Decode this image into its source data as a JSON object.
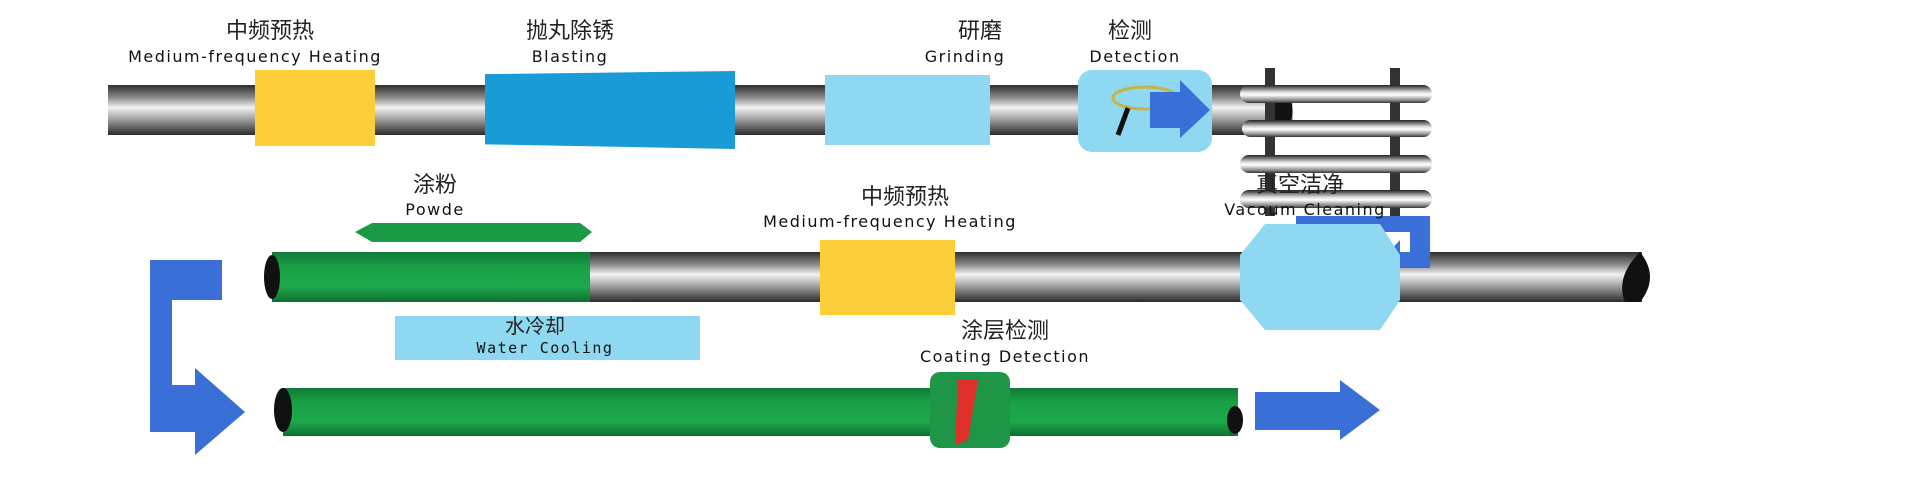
{
  "steps": {
    "heating1": {
      "zh": "中频预热",
      "en": "Medium-frequency Heating"
    },
    "blasting": {
      "zh": "抛丸除锈",
      "en": "Blasting"
    },
    "grinding": {
      "zh": "研磨",
      "en": "Grinding"
    },
    "detection": {
      "zh": "检测",
      "en": "Detection"
    },
    "powder": {
      "zh": "涂粉",
      "en": "Powde"
    },
    "heating2": {
      "zh": "中频预热",
      "en": "Medium-frequency Heating"
    },
    "vacuum": {
      "zh": "真空洁净",
      "en": "Vacoum Cleaning"
    },
    "cooling": {
      "zh": "水冷却",
      "en": "Water Cooling"
    },
    "coating_detection": {
      "zh": "涂层检测",
      "en": "Coating Detection"
    }
  },
  "colors": {
    "arrow": "#3a6fd8",
    "coating": "#1aa046",
    "heater": "#fccf3a",
    "blaster": "#1a9ad6",
    "cleaner": "#8fd8f2",
    "defect": "#e0302a"
  }
}
